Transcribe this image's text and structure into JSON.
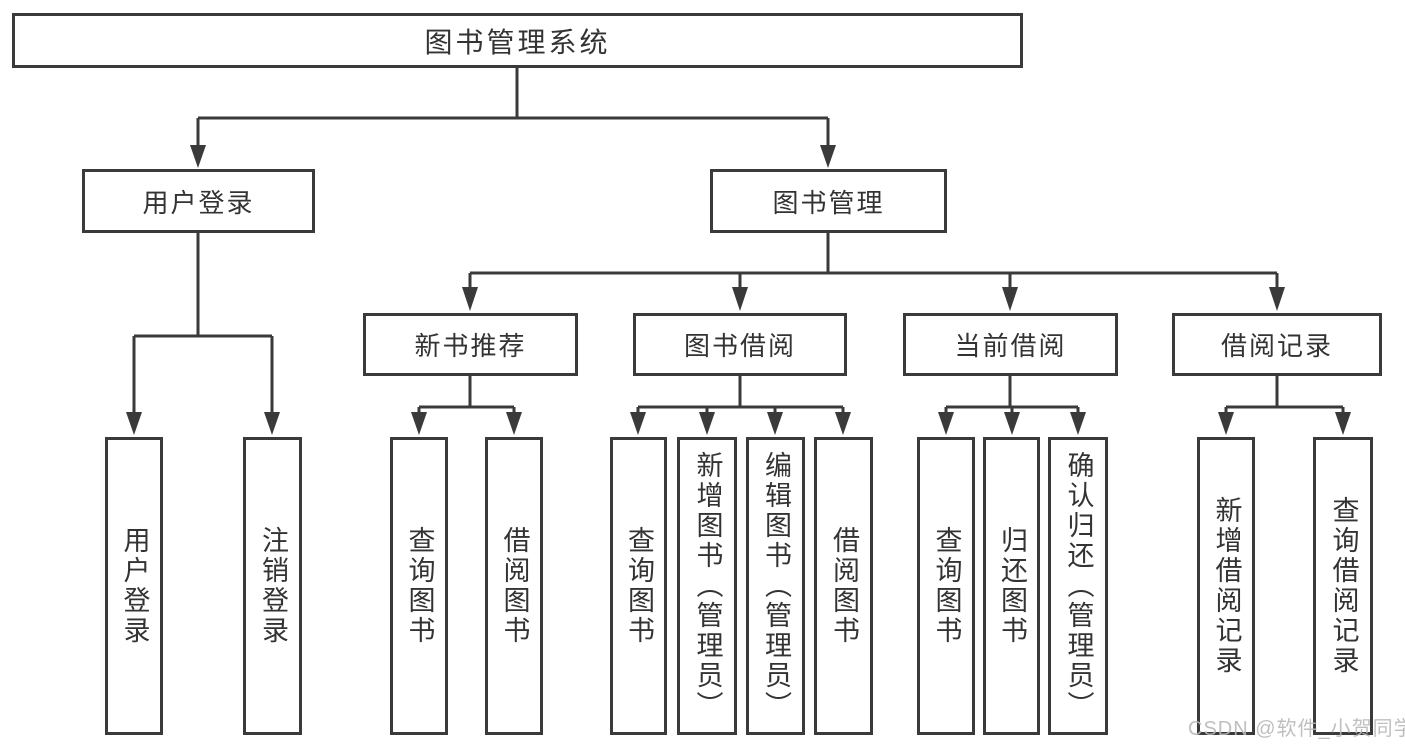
{
  "root": {
    "label": "图书管理系统"
  },
  "branches": {
    "user_login": {
      "label": "用户登录",
      "children": {
        "login": {
          "label": "用户登录"
        },
        "logout": {
          "label": "注销登录"
        }
      }
    },
    "book_mgmt": {
      "label": "图书管理",
      "sections": {
        "new_book": {
          "label": "新书推荐",
          "children": {
            "query": {
              "label": "查询图书"
            },
            "borrow": {
              "label": "借阅图书"
            }
          }
        },
        "borrowing": {
          "label": "图书借阅",
          "children": {
            "query": {
              "label": "查询图书"
            },
            "add": {
              "label": "新增图书（管理员）"
            },
            "edit": {
              "label": "编辑图书（管理员）"
            },
            "borrow": {
              "label": "借阅图书"
            }
          }
        },
        "current": {
          "label": "当前借阅",
          "children": {
            "query": {
              "label": "查询图书"
            },
            "return": {
              "label": "归还图书"
            },
            "confirm": {
              "label": "确认归还（管理员）"
            }
          }
        },
        "records": {
          "label": "借阅记录",
          "children": {
            "add": {
              "label": "新增借阅记录"
            },
            "query": {
              "label": "查询借阅记录"
            }
          }
        }
      }
    }
  },
  "watermark": {
    "text": "CSDN @软件_小贺同学"
  },
  "colors": {
    "line": "#3a3a3a",
    "text": "#333333",
    "watermark": "#b9b9b9",
    "background": "#ffffff"
  }
}
